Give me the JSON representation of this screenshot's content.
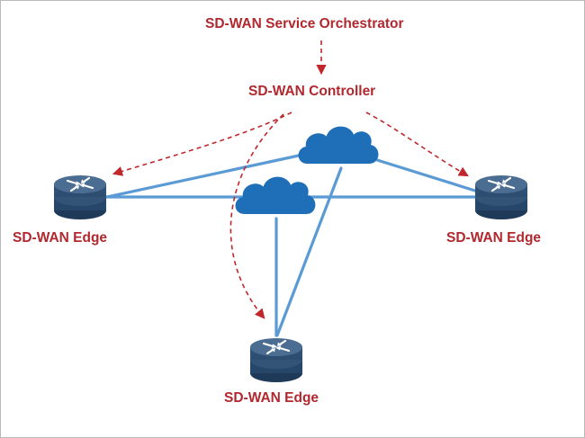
{
  "orchestrator": {
    "label": "SD-WAN Service Orchestrator"
  },
  "controller": {
    "label": "SD-WAN Controller"
  },
  "edges": {
    "left": {
      "label": "SD-WAN Edge"
    },
    "right": {
      "label": "SD-WAN Edge"
    },
    "bottom": {
      "label": "SD-WAN Edge"
    }
  },
  "colors": {
    "label_text": "#b1282e",
    "control_arrow": "#c0272d",
    "wan_link": "#5b9bd5",
    "cloud_fill": "#1f6fb8",
    "router_body": "#2f5175",
    "router_top": "#4b6d92",
    "frame_border": "#b9b9b9"
  },
  "icons": {
    "cloud": "cloud-icon",
    "router": "router-icon"
  }
}
